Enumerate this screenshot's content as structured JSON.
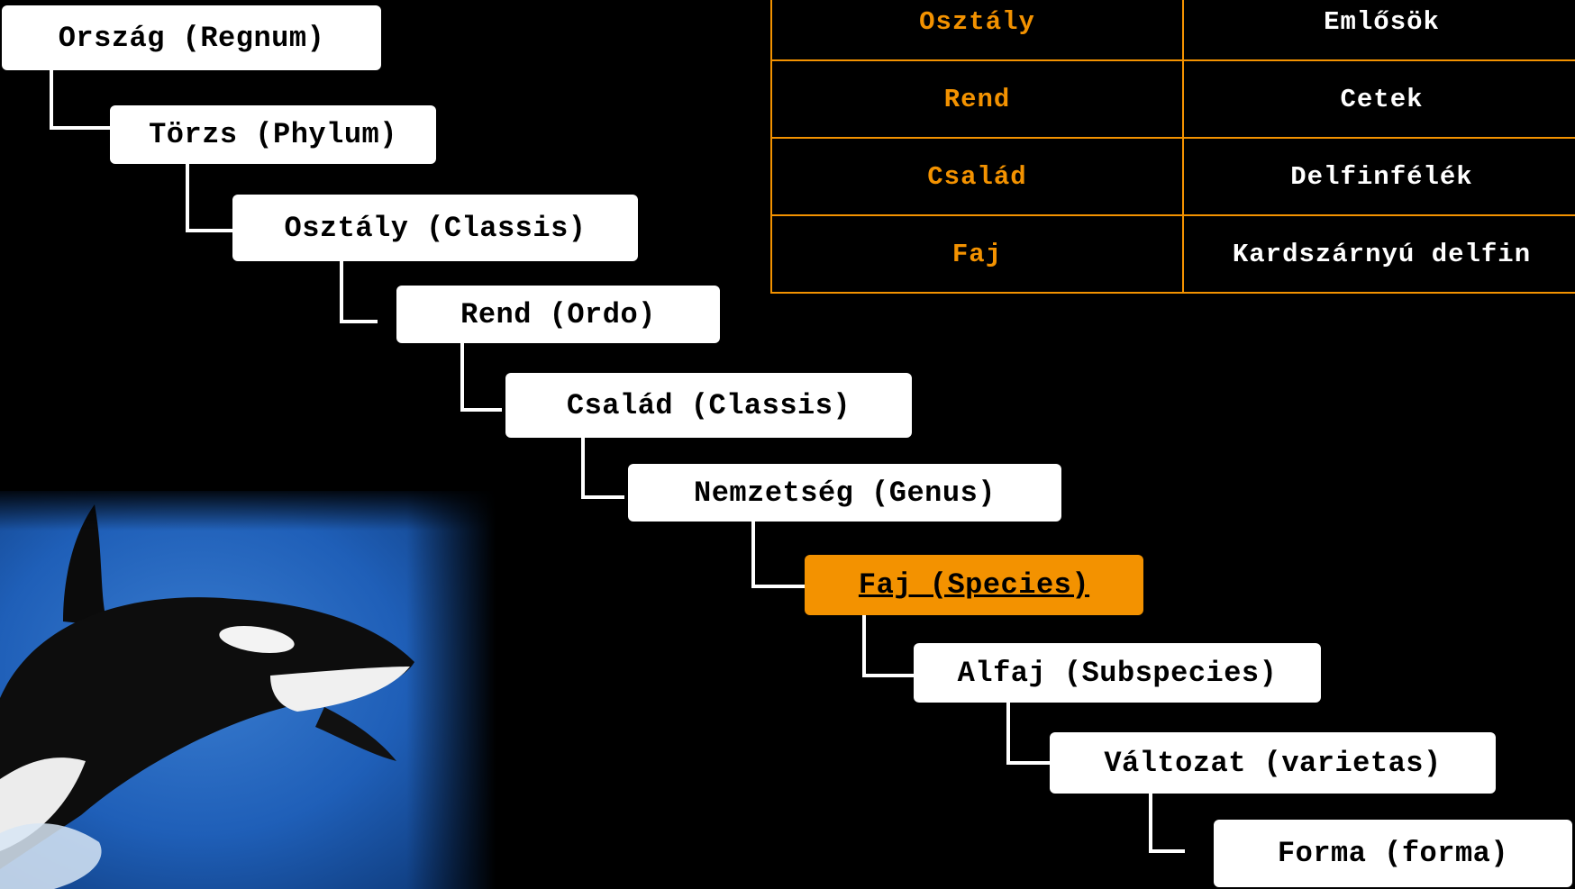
{
  "hierarchy": [
    {
      "label": "Ország (Regnum)",
      "highlighted": false
    },
    {
      "label": "Törzs (Phylum)",
      "highlighted": false
    },
    {
      "label": "Osztály (Classis)",
      "highlighted": false
    },
    {
      "label": "Rend (Ordo)",
      "highlighted": false
    },
    {
      "label": "Család (Classis)",
      "highlighted": false
    },
    {
      "label": "Nemzetség (Genus)",
      "highlighted": false
    },
    {
      "label": "Faj (Species)",
      "highlighted": true
    },
    {
      "label": "Alfaj (Subspecies)",
      "highlighted": false
    },
    {
      "label": "Változat (varietas)",
      "highlighted": false
    },
    {
      "label": "Forma (forma)",
      "highlighted": false
    }
  ],
  "classification_table": [
    {
      "rank": "Osztály",
      "value": "Emlősök"
    },
    {
      "rank": "Rend",
      "value": "Cetek"
    },
    {
      "rank": "Család",
      "value": "Delfinfélék"
    },
    {
      "rank": "Faj",
      "value": "Kardszárnyú delfin"
    }
  ],
  "colors": {
    "accent": "#f39200",
    "background": "#000000",
    "box": "#ffffff"
  }
}
